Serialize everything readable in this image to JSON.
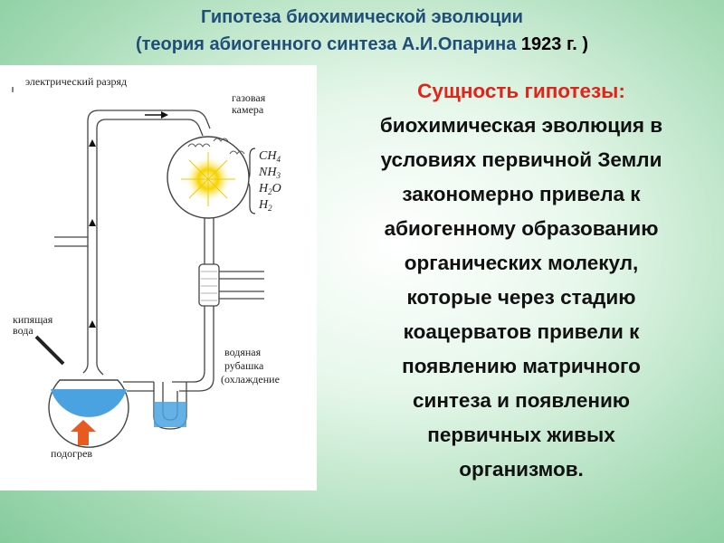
{
  "title": {
    "line1": "Гипотеза  биохимической эволюции",
    "line2_main": "(теория абиогенного синтеза А.И.Опарина ",
    "line2_year": "1923 г. )"
  },
  "diagram": {
    "labels": {
      "discharge": "электрический разряд",
      "gas_chamber_1": "газовая",
      "gas_chamber_2": "камера",
      "boiling_water_1": "кипящая",
      "boiling_water_2": "вода",
      "water_jacket_1": "водяная",
      "water_jacket_2": "рубашка",
      "water_jacket_3": "(охлаждение",
      "heating": "подогрев"
    },
    "gases": {
      "ch4_base": "CH",
      "ch4_sub": "4",
      "nh3_base": "NH",
      "nh3_sub": "3",
      "h2o_base": "H",
      "h2o_sub": "2",
      "h2o_tail": "O",
      "h2_base": "H",
      "h2_sub": "2"
    },
    "colors": {
      "water": "#4aa3e0",
      "arrow_heat": "#e85a1f",
      "spark": "#f5d400"
    }
  },
  "text": {
    "heading": "Сущность гипотезы:",
    "lines": [
      "биохимическая эволюция в",
      "условиях первичной Земли",
      "закономерно привела к",
      "абиогенному образованию",
      "органических молекул,",
      "которые через стадию",
      "коацерватов привели к",
      "появлению матричного",
      "синтеза и появлению",
      "первичных живых",
      "организмов."
    ]
  }
}
